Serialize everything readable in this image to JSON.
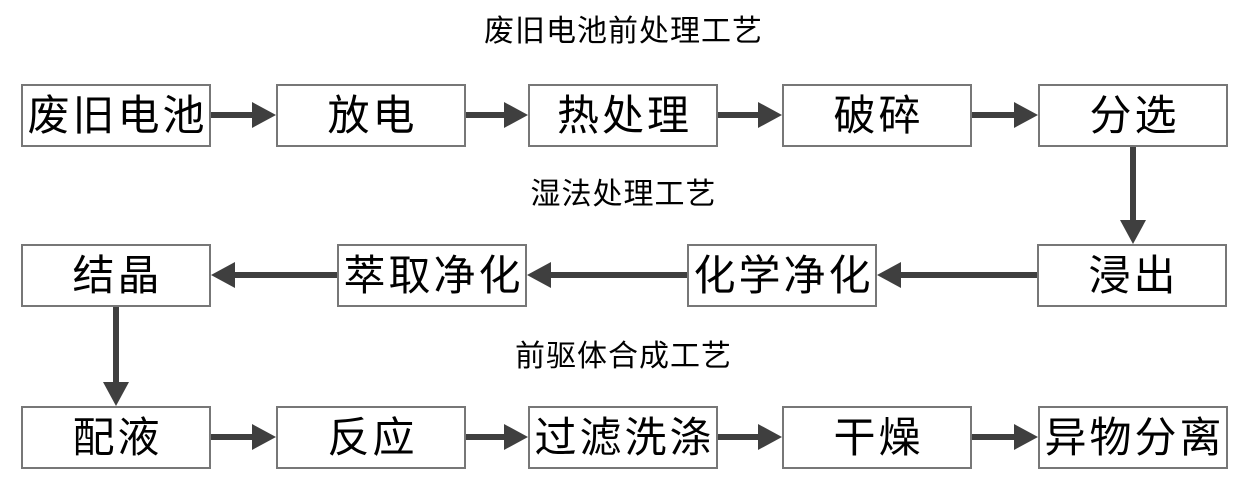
{
  "diagram": {
    "description_type": "flowchart",
    "sections": [
      {
        "title": "废旧电池前处理工艺",
        "boxes": [
          "废旧电池",
          "放电",
          "热处理",
          "破碎",
          "分选"
        ],
        "flow_direction": "left-to-right"
      },
      {
        "title": "湿法处理工艺",
        "boxes": [
          "浸出",
          "化学净化",
          "萃取净化",
          "结晶"
        ],
        "flow_direction": "right-to-left"
      },
      {
        "title": "前驱体合成工艺",
        "boxes": [
          "配液",
          "反应",
          "过滤洗涤",
          "干燥",
          "异物分离"
        ],
        "flow_direction": "left-to-right"
      }
    ],
    "connectors": [
      "分选 → 浸出 (vertical down)",
      "结晶 → 配液 (vertical down)"
    ],
    "colors": {
      "background": "#ffffff",
      "box_fill": "#ffffff",
      "box_border": "#777777",
      "arrow": "#3f3f3f",
      "text": "#000000"
    }
  }
}
